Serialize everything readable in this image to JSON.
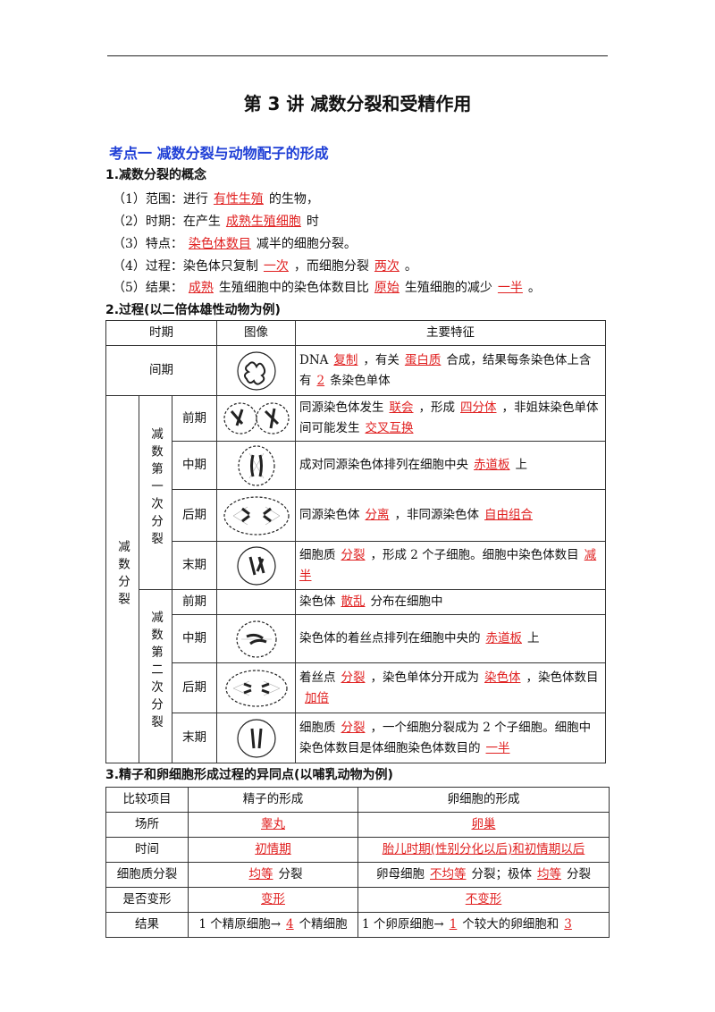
{
  "title": "第 3 讲  减数分裂和受精作用",
  "section1": {
    "heading": "考点一    减数分裂与动物配子的形成",
    "sub1": "1.减数分裂的概念",
    "items": [
      {
        "a": "（1）范围：进行",
        "b": "有性生殖",
        "c": "的生物，"
      },
      {
        "a": "（2）时期：在产生",
        "b": "成熟生殖细胞",
        "c": "时"
      },
      {
        "a": "（3）特点：",
        "b": "染色体数目",
        "c": "减半的细胞分裂。"
      },
      {
        "a": "（4）过程：染色体只复制",
        "b": "一次",
        "c": "，而细胞分裂",
        "d": "两次",
        "e": "。"
      },
      {
        "a": "（5）结果：",
        "b": "成熟",
        "c": "生殖细胞中的染色体数目比",
        "d": "原始",
        "e": "生殖细胞的减少",
        "f": "一半",
        "g": "。"
      }
    ]
  },
  "section2": {
    "heading": "2.过程(以二倍体雄性动物为例)",
    "headers": [
      "时期",
      "图像",
      "主要特征"
    ],
    "interphase": {
      "label": "间期",
      "t1": "DNA",
      "a1": "复制",
      "t2": "，有关",
      "a2": "蛋白质",
      "t3": "合成，结果每条染色体上含有",
      "a3": "2",
      "t4": "条染色单体"
    },
    "group_outer": "减数分裂",
    "group1": "减数第一次分裂",
    "group2": "减数第二次分裂",
    "rows": [
      {
        "phase": "前期",
        "t1": "同源染色体发生",
        "a1": "联会",
        "t2": "，形成",
        "a2": "四分体",
        "t3": "，非姐妹染色单体间可能发生",
        "a3": "交叉互换",
        "t4": ""
      },
      {
        "phase": "中期",
        "t1": "成对同源染色体排列在细胞中央",
        "a1": "赤道板",
        "t2": "上"
      },
      {
        "phase": "后期",
        "t1": "同源染色体",
        "a1": "分离",
        "t2": "，非同源染色体",
        "a2": "自由组合",
        "t3": ""
      },
      {
        "phase": "末期",
        "t1": "细胞质",
        "a1": "分裂",
        "t2": "，形成 2 个子细胞。细胞中染色体数目",
        "a2": "减半",
        "t3": ""
      },
      {
        "phase": "前期",
        "t1": "染色体",
        "a1": "散乱",
        "t2": "分布在细胞中"
      },
      {
        "phase": "中期",
        "t1": "染色体的着丝点排列在细胞中央的",
        "a1": "赤道板",
        "t2": "上"
      },
      {
        "phase": "后期",
        "t1": "着丝点",
        "a1": "分裂",
        "t2": "，染色单体分开成为",
        "a2": "染色体",
        "t3": "，染色体数目",
        "a3": "加倍",
        "t4": ""
      },
      {
        "phase": "末期",
        "t1": "细胞质",
        "a1": "分裂",
        "t2": "，一个细胞分裂成为 2 个子细胞。细胞中染色体数目是体细胞染色体数目的",
        "a2": "一半",
        "t3": ""
      }
    ]
  },
  "section3": {
    "heading": "3.精子和卵细胞形成过程的异同点(以哺乳动物为例)",
    "headers": [
      "比较项目",
      "精子的形成",
      "卵细胞的形成"
    ],
    "rows": [
      {
        "item": "场所",
        "sperm": "睾丸",
        "egg": "卵巢"
      },
      {
        "item": "时间",
        "sperm": "初情期",
        "egg": "胎儿时期(性别分化以后)和初情期以后"
      },
      {
        "item": "细胞质分裂",
        "sperm_a": "均等",
        "sperm_t": "分裂",
        "egg_t1": "卵母细胞",
        "egg_a1": "不均等",
        "egg_t2": "分裂；极体",
        "egg_a2": "均等",
        "egg_t3": "分裂"
      },
      {
        "item": "是否变形",
        "sperm": "变形",
        "egg": "不变形"
      },
      {
        "item": "结果",
        "sperm_t1": "1 个精原细胞→",
        "sperm_a": "4",
        "sperm_t2": "个精细胞",
        "egg_t1": "1 个卵原细胞→",
        "egg_a1": "1",
        "egg_t2": "个较大的卵细胞和",
        "egg_a2": "3"
      }
    ]
  },
  "colors": {
    "answer": "#e02020",
    "heading": "#1f3fd6"
  }
}
